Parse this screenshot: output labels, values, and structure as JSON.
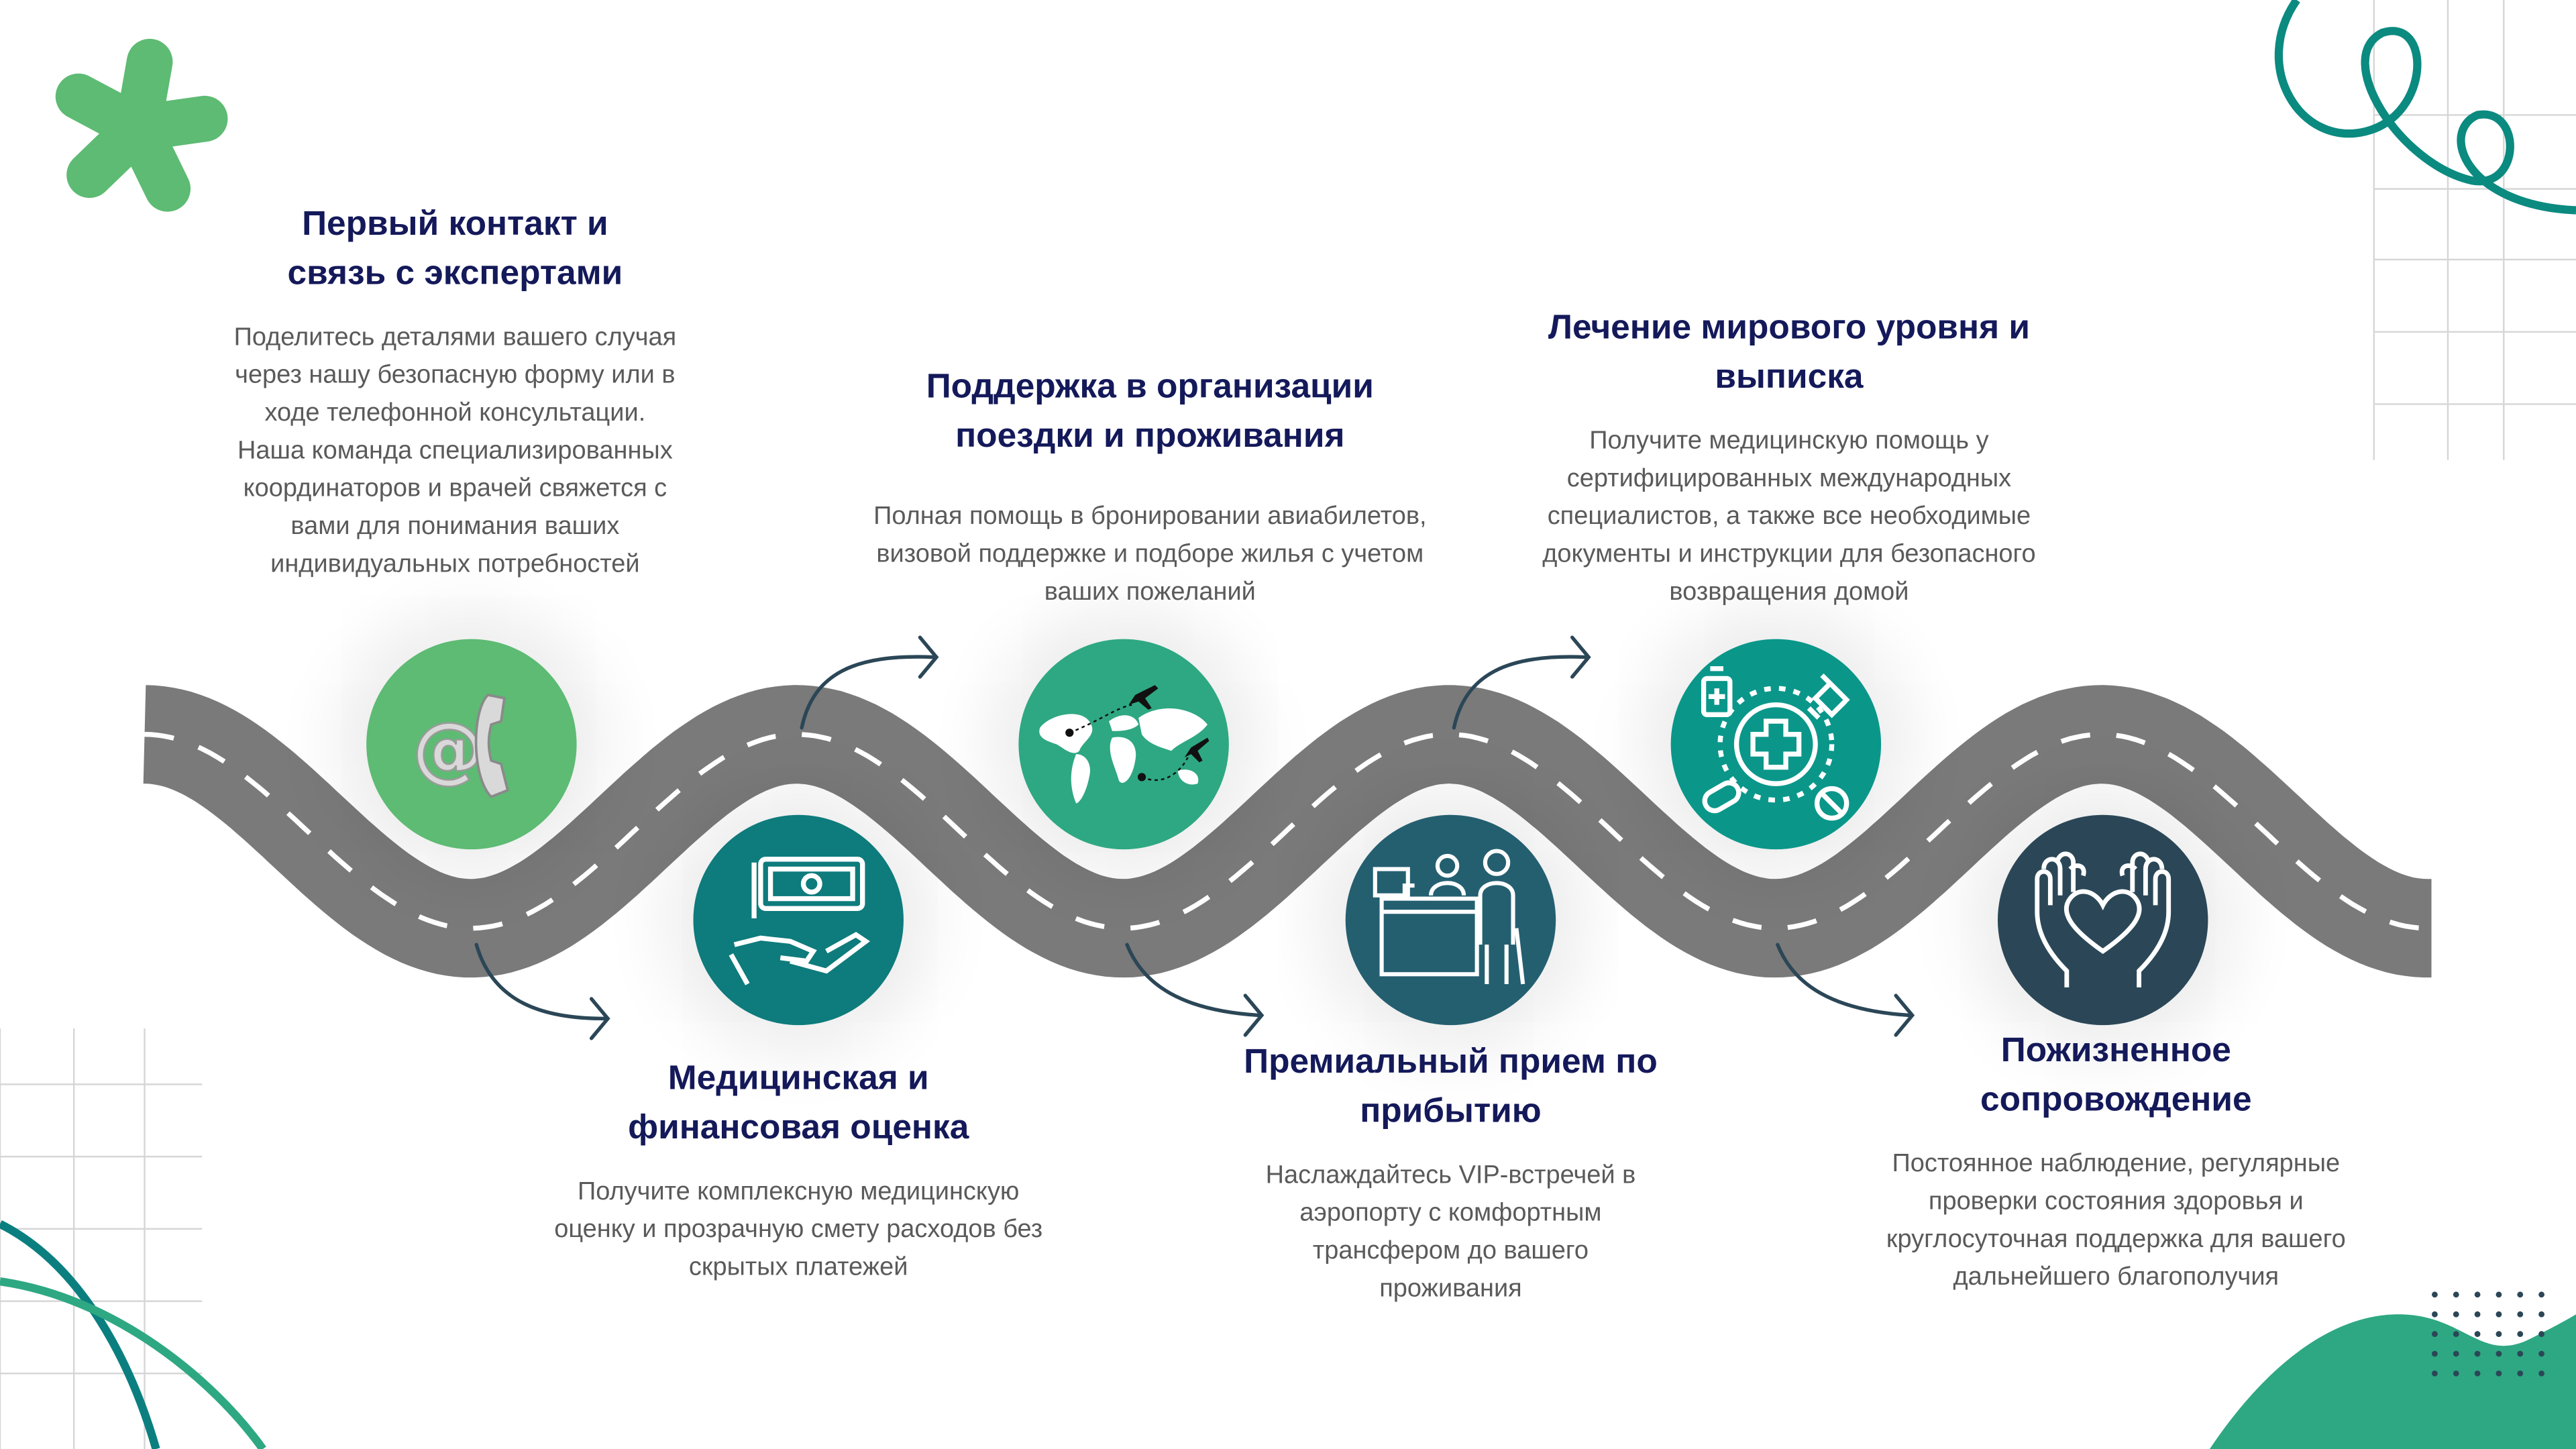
{
  "colors": {
    "title": "#14195a",
    "body": "#5a5a5a",
    "road": "#7a7a7a",
    "accent_green": "#5dbb73",
    "accent_teal": "#0b8a80"
  },
  "steps": [
    {
      "title": "Первый контакт и связь с экспертами",
      "title_lines": [
        "Первый контакт и",
        "связь с экспертами"
      ],
      "body": "Поделитесь деталями вашего случая через нашу безопасную форму или в ходе телефонной консультации. Наша команда специализированных координаторов и врачей свяжется с вами для понимания ваших индивидуальных потребностей",
      "icon": "email-phone-icon",
      "color": "#5dbb73"
    },
    {
      "title": "Медицинская и финансовая оценка",
      "title_lines": [
        "Медицинская и",
        "финансовая оценка"
      ],
      "body": "Получите комплексную медицинскую оценку и прозрачную смету расходов без скрытых платежей",
      "icon": "money-hand-icon",
      "color": "#0e7b7c"
    },
    {
      "title": "Поддержка в организации поездки и проживания",
      "title_lines": [
        "Поддержка в организации",
        "поездки и проживания"
      ],
      "body": "Полная помощь в бронировании авиабилетов, визовой поддержке и подборе жилья с учетом ваших пожеланий",
      "icon": "world-map-flights-icon",
      "color": "#2ea882"
    },
    {
      "title": "Премиальный прием по прибытию",
      "title_lines": [
        "Премиальный прием по",
        "прибытию"
      ],
      "body": "Наслаждайтесь VIP-встречей в аэропорту с комфортным трансфером до вашего проживания",
      "icon": "reception-desk-icon",
      "color": "#245f70"
    },
    {
      "title": "Лечение мирового уровня и выписка",
      "title_lines": [
        "Лечение мирового уровня и",
        "выписка"
      ],
      "body": "Получите медицинскую помощь у сертифицированных международных специалистов, а также все необходимые документы и инструкции для безопасного возвращения домой",
      "icon": "medical-cross-icon",
      "color": "#0a978a"
    },
    {
      "title": "Пожизненное сопровождение",
      "title_lines": [
        "Пожизненное",
        "сопровождение"
      ],
      "body": "Постоянное наблюдение, регулярные проверки состояния здоровья и круглосуточная поддержка для вашего дальнейшего благополучия",
      "icon": "hands-heart-icon",
      "color": "#2b4757"
    }
  ]
}
